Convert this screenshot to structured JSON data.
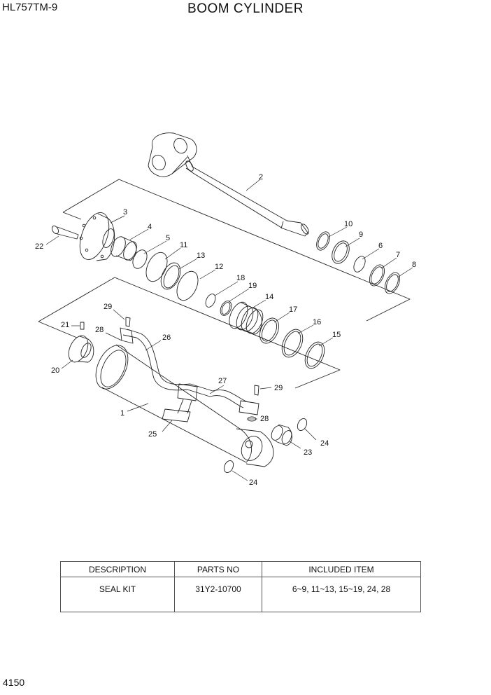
{
  "header": {
    "model": "HL757TM-9",
    "title": "BOOM CYLINDER"
  },
  "footer": {
    "page_number": "4150"
  },
  "callouts": [
    "1",
    "2",
    "3",
    "4",
    "5",
    "6",
    "7",
    "8",
    "9",
    "10",
    "11",
    "12",
    "13",
    "14",
    "15",
    "16",
    "17",
    "18",
    "19",
    "20",
    "21",
    "22",
    "23",
    "24",
    "24",
    "25",
    "26",
    "27",
    "28",
    "28",
    "29",
    "29"
  ],
  "kit_table": {
    "headers": [
      "DESCRIPTION",
      "PARTS NO",
      "INCLUDED ITEM"
    ],
    "rows": [
      [
        "SEAL KIT",
        "31Y2-10700",
        "6~9, 11~13, 15~19, 24, 28"
      ]
    ]
  }
}
